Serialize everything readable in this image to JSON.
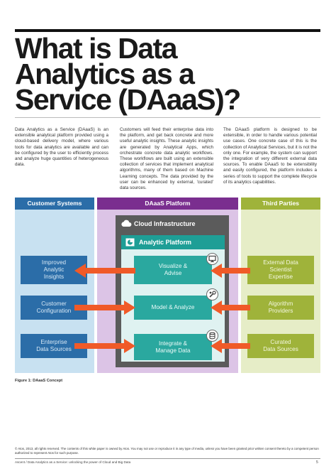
{
  "title_lines": [
    "What is Data",
    "Analytics as a",
    "Service (DAaaS)?"
  ],
  "columns": [
    "Data Analytics as a Service (DAaaS) is an extensible analytical platform provided using a cloud-based delivery model, where various tools for data analytics are available and can be configured by the user to efficiently process and analyze huge quantities of heterogeneous data.",
    "Customers will feed their enterprise data into the platform, and get back concrete and more useful analytic insights. These analytic insights are generated by Analytical Apps, which orchestrate concrete data analytic workflows. These workflows are built using an extensible collection of services that implement analytical algorithms, many of them based on Machine Learning concepts. The data provided by the user can be enhanced by external, 'curated' data sources.",
    "The DAaaS platform is designed to be extensible, in order to handle various potential use cases. One concrete case of this is the collection of Analytical Services, but it is not the only one. For example, the system can support the integration of very different external data sources. To enable DAaaS to be extensibility and easily configured, the platform includes a series of tools to support the complete lifecycle of its analytics capabilities."
  ],
  "diagram": {
    "customer_header": "Customer Systems",
    "platform_header": "DAaaS Platform",
    "third_header": "Third Parties",
    "cloud_label": "Cloud Infrastructure",
    "analytic_label": "Analytic Platform",
    "customer_boxes": [
      {
        "l1": "Improved",
        "l2": "Analytic",
        "l3": "Insights"
      },
      {
        "l1": "Customer",
        "l2": "Configuration",
        "l3": ""
      },
      {
        "l1": "Enterprise",
        "l2": "Data Sources",
        "l3": ""
      }
    ],
    "platform_boxes": [
      {
        "l1": "Visualize &",
        "l2": "Advise"
      },
      {
        "l1": "Model & Analyze",
        "l2": ""
      },
      {
        "l1": "Integrate &",
        "l2": "Manage Data"
      }
    ],
    "third_boxes": [
      {
        "l1": "External Data",
        "l2": "Scientist",
        "l3": "Expertise"
      },
      {
        "l1": "Algorithm",
        "l2": "Providers",
        "l3": ""
      },
      {
        "l1": "Curated",
        "l2": "Data Sources",
        "l3": ""
      }
    ],
    "colors": {
      "blue": "#2b6da8",
      "purple": "#7a2e8f",
      "green": "#9fb33a",
      "teal": "#2aa89f",
      "orange": "#f05a28",
      "grey": "#5b5b5b"
    },
    "icons": [
      "cloud-icon",
      "pie-chart-icon",
      "monitor-icon",
      "wrench-gear-icon",
      "database-icon"
    ]
  },
  "caption": "Figure 1: DAaaS Concept",
  "copyright": "© Atos, 2013, all rights reserved. The contents of this white paper is owned by Atos. You may not use or reproduce it in any type of media, unless you have been granted prior written consent thereto by a competent person authorized to represent Atos for such purpose.",
  "footer": "Ascent / Data Analytics as a Service: unlocking the power of Cloud and Big Data",
  "page_number": "5"
}
